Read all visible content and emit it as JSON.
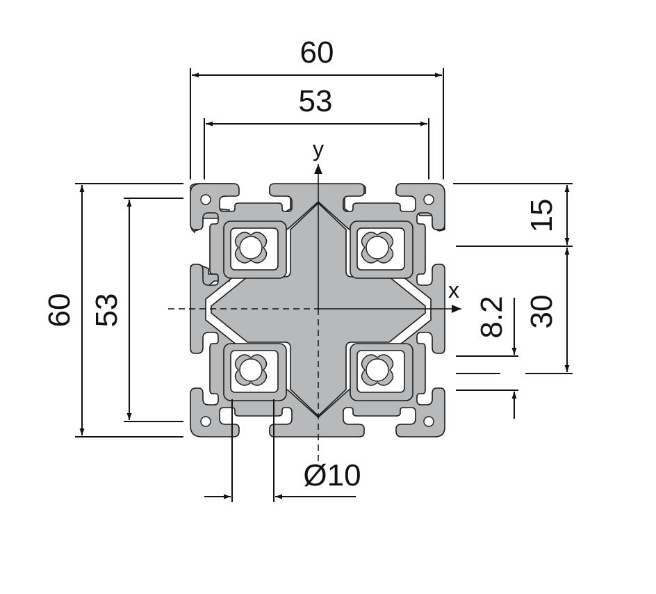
{
  "dimensions": {
    "width_outer": "60",
    "width_inner": "53",
    "height_outer": "60",
    "height_inner": "53",
    "offset_top": "15",
    "offset_mid": "30",
    "slot_width": "8.2",
    "bore_diameter": "Ø10"
  },
  "axes": {
    "x_label": "x",
    "y_label": "y"
  },
  "colors": {
    "profile_fill": "#b8b9bb",
    "profile_stroke": "#1a1a1a",
    "line": "#111111",
    "background": "#ffffff"
  }
}
